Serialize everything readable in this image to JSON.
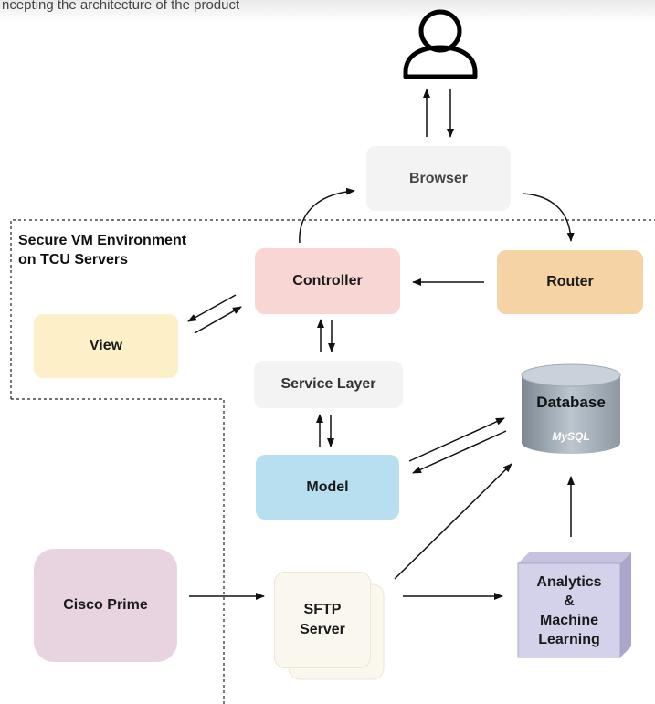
{
  "top_cut_text": "ncepting the architecture of the product",
  "environment_label": "Secure VM Environment\non TCU Servers",
  "nodes": {
    "browser": "Browser",
    "controller": "Controller",
    "router": "Router",
    "view": "View",
    "service_layer": "Service Layer",
    "model": "Model",
    "database": "Database",
    "database_sub": "MySQL",
    "cisco_prime": "Cisco Prime",
    "sftp_server": "SFTP\nServer",
    "analytics": "Analytics\n&\nMachine\nLearning"
  },
  "colors": {
    "browser": "#f3f3f3",
    "controller": "#f8d6d4",
    "router": "#f6d3a5",
    "view": "#fdf0c9",
    "service_layer": "#f3f3f3",
    "model": "#b7dff0",
    "database": "#aab6c0",
    "cisco_prime": "#e8d4e1",
    "sftp_server": "#faf7ee",
    "analytics": "#d4d2ea"
  }
}
